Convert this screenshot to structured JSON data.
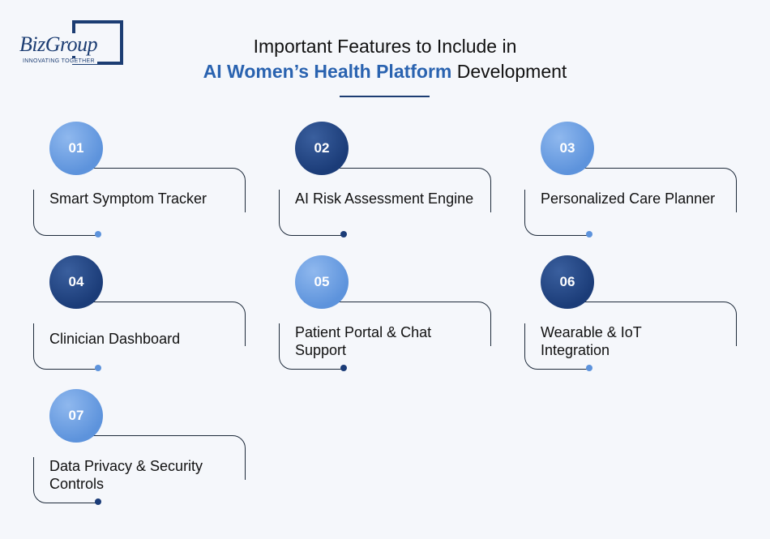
{
  "logo": {
    "name": "BizGroup",
    "tagline": "INNOVATING TOGETHER"
  },
  "title": {
    "line1": "Important Features to Include in",
    "highlight": "AI Women’s Health Platform",
    "rest": "Development"
  },
  "colors": {
    "accent_light": "#5d93dc",
    "accent_dark": "#1b3c78",
    "background": "#f5f7fb"
  },
  "features": [
    {
      "number": "01",
      "label": "Smart Symptom Tracker",
      "style": "light"
    },
    {
      "number": "02",
      "label": "AI Risk Assessment Engine",
      "style": "dark"
    },
    {
      "number": "03",
      "label": "Personalized Care Planner",
      "style": "light"
    },
    {
      "number": "04",
      "label": "Clinician Dashboard",
      "style": "dark"
    },
    {
      "number": "05",
      "label": "Patient Portal & Chat Support",
      "style": "light"
    },
    {
      "number": "06",
      "label": "Wearable & IoT Integration",
      "style": "dark"
    },
    {
      "number": "07",
      "label": "Data Privacy & Security Controls",
      "style": "light"
    }
  ]
}
